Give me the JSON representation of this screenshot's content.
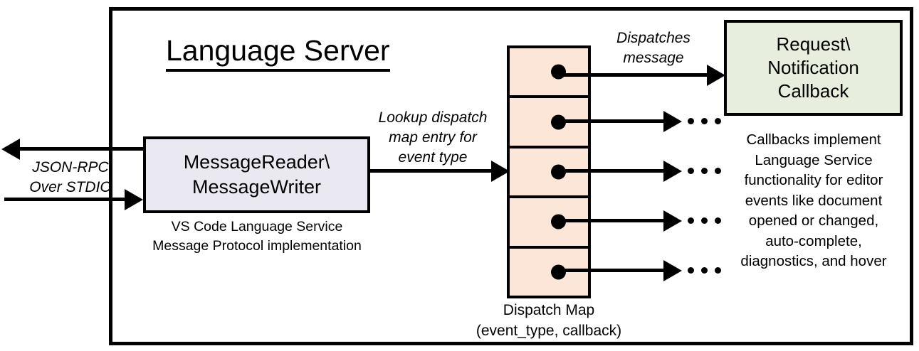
{
  "diagram": {
    "title": "Language Server",
    "boundary_name": "language-server-boundary"
  },
  "message_reader": {
    "line1": "MessageReader\\",
    "line2": "MessageWriter",
    "caption_line1": "VS Code Language Service",
    "caption_line2": "Message Protocol implementation",
    "fill_color": "#eae8f0"
  },
  "dispatch_map": {
    "caption_line1": "Dispatch Map",
    "caption_line2": "(event_type, callback)",
    "fill_color": "#fbe6d7",
    "cells": [
      {
        "index": 1,
        "dot": "callback-dot"
      },
      {
        "index": 2,
        "dot": "callback-dot"
      },
      {
        "index": 3,
        "dot": "callback-dot"
      },
      {
        "index": 4,
        "dot": "callback-dot"
      },
      {
        "index": 5,
        "dot": "callback-dot"
      }
    ]
  },
  "callback": {
    "line1": "Request\\",
    "line2": "Notification",
    "line3": "Callback",
    "fill_color": "#e8eede",
    "caption_line1": "Callbacks implement",
    "caption_line2": "Language Service",
    "caption_line3": "functionality for editor",
    "caption_line4": "events like document",
    "caption_line5": "opened or changed,",
    "caption_line6": "auto-complete,",
    "caption_line7": "diagnostics, and hover"
  },
  "edges": {
    "jsonrpc_line1": "JSON-RPC",
    "jsonrpc_line2": "Over STDIO",
    "lookup_line1": "Lookup dispatch",
    "lookup_line2": "map entry for",
    "lookup_line3": "event type",
    "dispatches_line1": "Dispatches",
    "dispatches_line2": "message",
    "ellipsis": "..."
  }
}
